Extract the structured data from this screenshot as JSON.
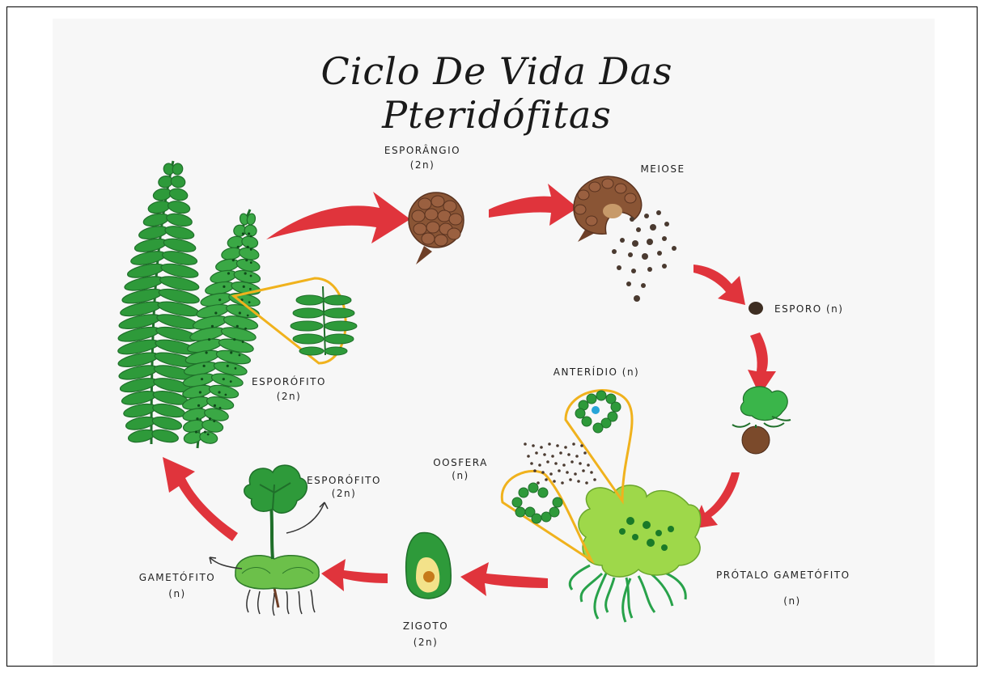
{
  "title": "Ciclo De Vida Das Pteridófitas",
  "labels": {
    "esporangio": "ESPORÂNGIO",
    "esporangio_ploidy": "(2n)",
    "meiose": "MEIOSE",
    "esporo": "ESPORO (n)",
    "anteridio": "ANTERÍDIO (n)",
    "oosfera": "OOSFERA",
    "oosfera_ploidy": "(n)",
    "protalo": "PRÓTALO GAMETÓFITO",
    "protalo_ploidy": "(n)",
    "zigoto": "ZIGOTO",
    "zigoto_ploidy": "(2n)",
    "gametofito": "GAMETÓFITO",
    "gametofito_ploidy": "(n)",
    "esporofito_young": "ESPORÓFITO",
    "esporofito_young_ploidy": "(2n)",
    "esporofito": "ESPORÓFITO",
    "esporofito_ploidy": "(2n)"
  },
  "colors": {
    "arrow": "#e0343c",
    "fern": "#2e9a3a",
    "fern_dark": "#1f6f2a",
    "sporangium": "#8a5535",
    "prothallus": "#9ed84a",
    "lens_outline": "#f0b21d"
  }
}
